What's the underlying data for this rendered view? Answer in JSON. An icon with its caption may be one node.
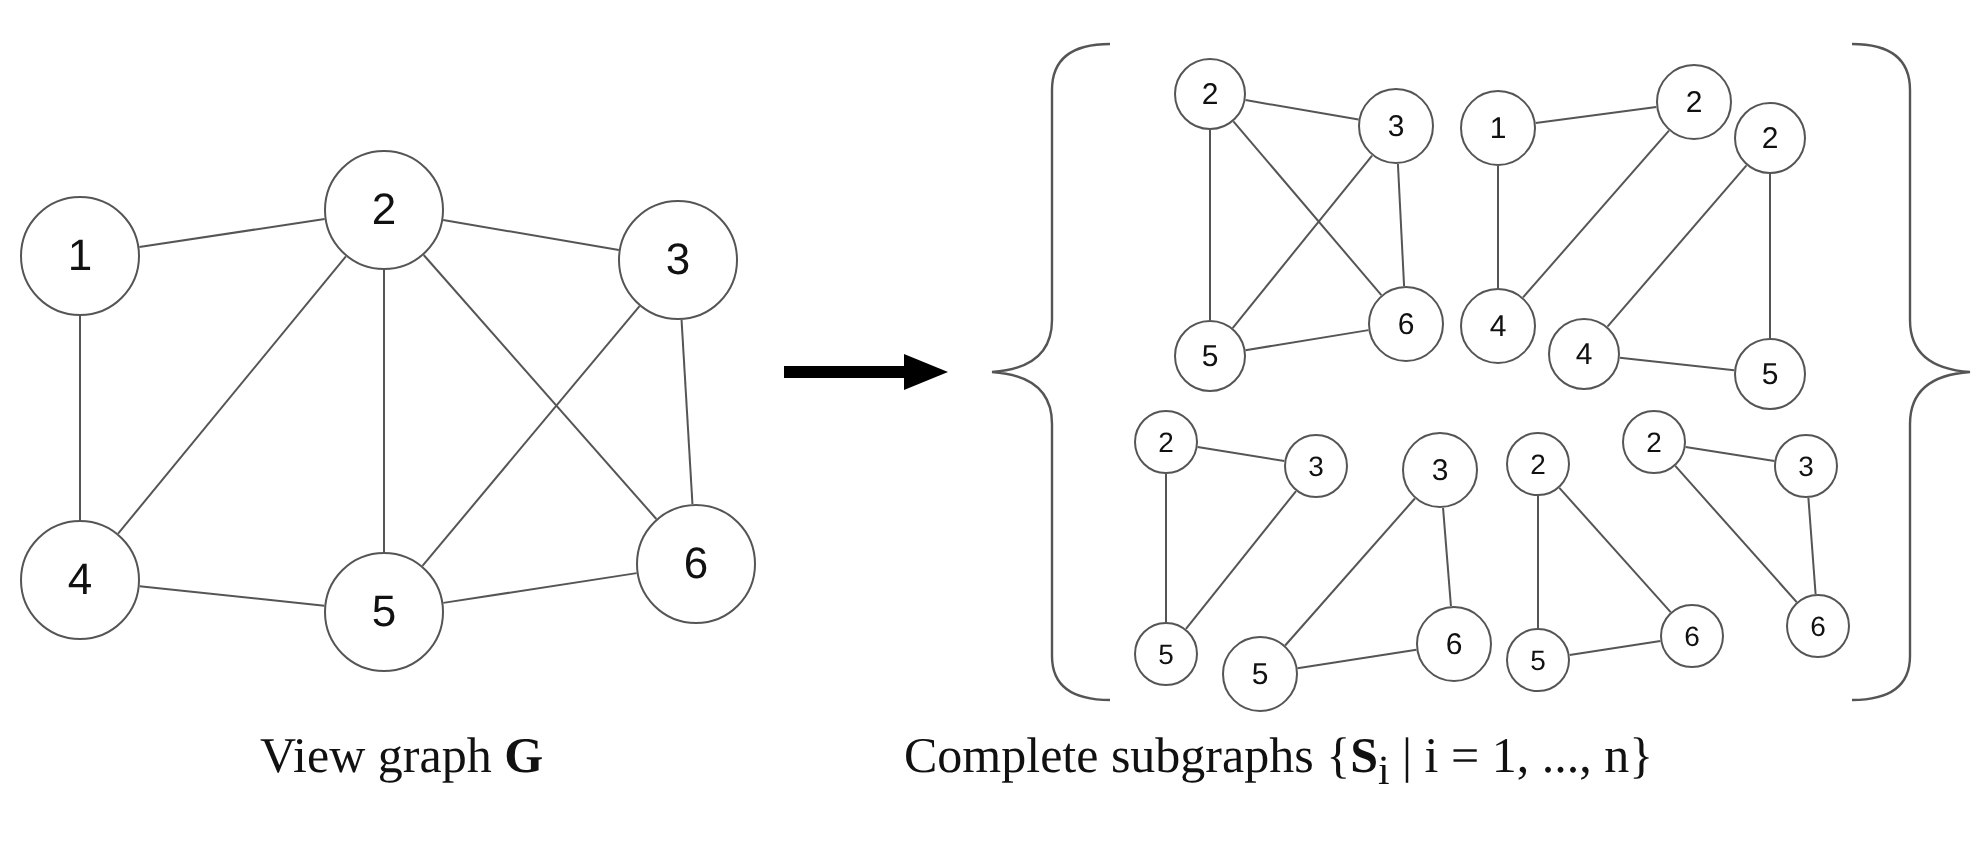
{
  "diagram": {
    "nodes": [
      {
        "text": [
          "1"
        ]
      },
      {
        "text": [
          "2"
        ]
      },
      {
        "text": [
          "3"
        ]
      },
      {
        "text": [
          "4"
        ]
      },
      {
        "text": [
          "5"
        ]
      },
      {
        "text": [
          "6"
        ]
      },
      {
        "text": [
          "2"
        ]
      },
      {
        "text": [
          "3"
        ]
      },
      {
        "text": [
          "5"
        ]
      },
      {
        "text": [
          "6"
        ]
      },
      {
        "text": [
          "1"
        ]
      },
      {
        "text": [
          "2"
        ]
      },
      {
        "text": [
          "4"
        ]
      },
      {
        "text": [
          "2"
        ]
      },
      {
        "text": [
          "4"
        ]
      },
      {
        "text": [
          "5"
        ]
      },
      {
        "text": [
          "2"
        ]
      },
      {
        "text": [
          "3"
        ]
      },
      {
        "text": [
          "5"
        ]
      },
      {
        "text": [
          "3"
        ]
      },
      {
        "text": [
          "5"
        ]
      },
      {
        "text": [
          "6"
        ]
      },
      {
        "text": [
          "2"
        ]
      },
      {
        "text": [
          "5"
        ]
      },
      {
        "text": [
          "6"
        ]
      },
      {
        "text": [
          "2"
        ]
      },
      {
        "text": [
          "3"
        ]
      },
      {
        "text": [
          "6"
        ]
      }
    ],
    "edges": [
      {
        "from": 0,
        "to": 1,
        "arrow": "none"
      },
      {
        "from": 0,
        "to": 3,
        "arrow": "none"
      },
      {
        "from": 1,
        "to": 2,
        "arrow": "none"
      },
      {
        "from": 1,
        "to": 3,
        "arrow": "none"
      },
      {
        "from": 1,
        "to": 4,
        "arrow": "none"
      },
      {
        "from": 1,
        "to": 5,
        "arrow": "none"
      },
      {
        "from": 2,
        "to": 4,
        "arrow": "none"
      },
      {
        "from": 2,
        "to": 5,
        "arrow": "none"
      },
      {
        "from": 3,
        "to": 4,
        "arrow": "none"
      },
      {
        "from": 4,
        "to": 5,
        "arrow": "none"
      },
      {
        "from": 6,
        "to": 7,
        "arrow": "none"
      },
      {
        "from": 6,
        "to": 8,
        "arrow": "none"
      },
      {
        "from": 6,
        "to": 9,
        "arrow": "none"
      },
      {
        "from": 7,
        "to": 8,
        "arrow": "none"
      },
      {
        "from": 7,
        "to": 9,
        "arrow": "none"
      },
      {
        "from": 8,
        "to": 9,
        "arrow": "none"
      },
      {
        "from": 10,
        "to": 11,
        "arrow": "none"
      },
      {
        "from": 10,
        "to": 12,
        "arrow": "none"
      },
      {
        "from": 11,
        "to": 12,
        "arrow": "none"
      },
      {
        "from": 13,
        "to": 14,
        "arrow": "none"
      },
      {
        "from": 13,
        "to": 15,
        "arrow": "none"
      },
      {
        "from": 14,
        "to": 15,
        "arrow": "none"
      },
      {
        "from": 16,
        "to": 17,
        "arrow": "none"
      },
      {
        "from": 16,
        "to": 18,
        "arrow": "none"
      },
      {
        "from": 17,
        "to": 18,
        "arrow": "none"
      },
      {
        "from": 19,
        "to": 20,
        "arrow": "none"
      },
      {
        "from": 19,
        "to": 21,
        "arrow": "none"
      },
      {
        "from": 20,
        "to": 21,
        "arrow": "none"
      },
      {
        "from": 22,
        "to": 23,
        "arrow": "none"
      },
      {
        "from": 22,
        "to": 24,
        "arrow": "none"
      },
      {
        "from": 23,
        "to": 24,
        "arrow": "none"
      },
      {
        "from": 25,
        "to": 26,
        "arrow": "none"
      },
      {
        "from": 25,
        "to": 27,
        "arrow": "none"
      },
      {
        "from": 26,
        "to": 27,
        "arrow": "none"
      }
    ],
    "labels": [
      "View graph **G**",
      "Complete subgraphs {**S**$_{i}$ | i = 1, ..., n}"
    ]
  }
}
